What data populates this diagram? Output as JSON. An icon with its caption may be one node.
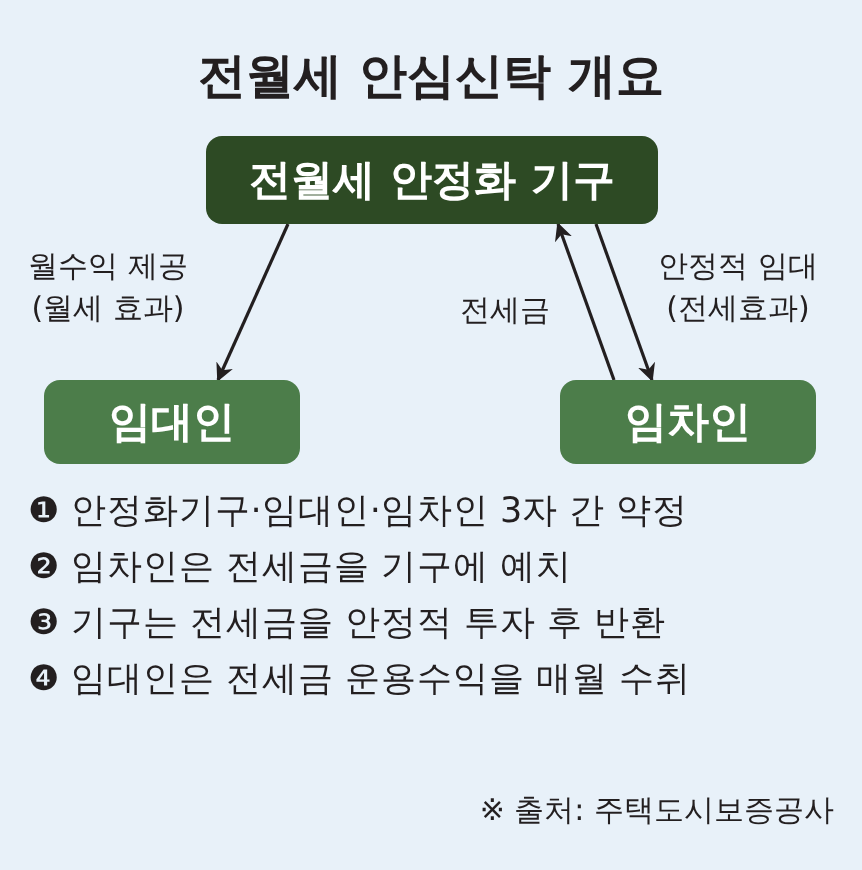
{
  "diagram": {
    "title": "전월세 안심신탁 개요",
    "nodes": [
      {
        "text": [
          "전월세 안정화 기구"
        ]
      },
      {
        "text": [
          "임대인"
        ]
      },
      {
        "text": [
          "임차인"
        ]
      }
    ],
    "edges": [
      {
        "from": 0,
        "to": 1,
        "arrow": "to",
        "label": "월수익 제공 (월세 효과)"
      },
      {
        "from": 2,
        "to": 0,
        "arrow": "to",
        "label": "전세금"
      },
      {
        "from": 0,
        "to": 2,
        "arrow": "to",
        "label": "안정적 임대 (전세효과)"
      }
    ],
    "labels": [
      "❶ 안정화기구·임대인·임차인 3자 간 약정",
      "❷ 임차인은 전세금을 기구에 예치",
      "❸ 기구는 전세금을 안정적 투자 후 반환",
      "❹ 임대인은 전세금 운용수익을 매월 수취",
      "※ 출처: 주택도시보증공사"
    ]
  }
}
